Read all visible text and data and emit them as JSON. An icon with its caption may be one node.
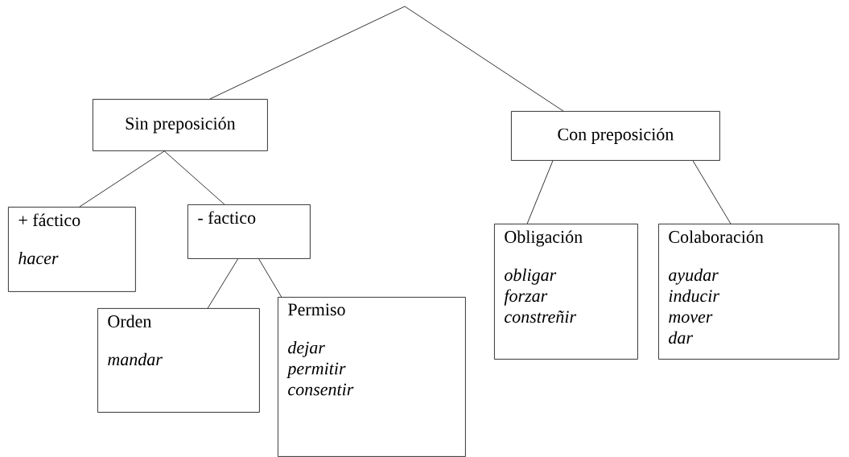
{
  "diagram": {
    "nodes": [
      {
        "text": [
          "Sin preposición"
        ]
      },
      {
        "text": [
          "Con preposición"
        ]
      },
      {
        "text": [
          "+ fáctico",
          "hacer"
        ]
      },
      {
        "text": [
          "- factico"
        ]
      },
      {
        "text": [
          "Orden",
          "mandar"
        ]
      },
      {
        "text": [
          "Permiso",
          "dejar permitir consentir"
        ]
      },
      {
        "text": [
          "Obligación",
          "obligar forzar constreñir"
        ]
      },
      {
        "text": [
          "Colaboración",
          "ayudar inducir mover dar"
        ]
      }
    ],
    "edges": [
      {
        "from": null,
        "to": 0,
        "arrow": "none"
      },
      {
        "from": null,
        "to": 1,
        "arrow": "none"
      },
      {
        "from": 0,
        "to": 2,
        "arrow": "none"
      },
      {
        "from": 0,
        "to": 3,
        "arrow": "none"
      },
      {
        "from": 3,
        "to": 4,
        "arrow": "none"
      },
      {
        "from": 3,
        "to": 5,
        "arrow": "none"
      },
      {
        "from": 1,
        "to": 6,
        "arrow": "none"
      },
      {
        "from": 1,
        "to": 7,
        "arrow": "none"
      }
    ]
  }
}
